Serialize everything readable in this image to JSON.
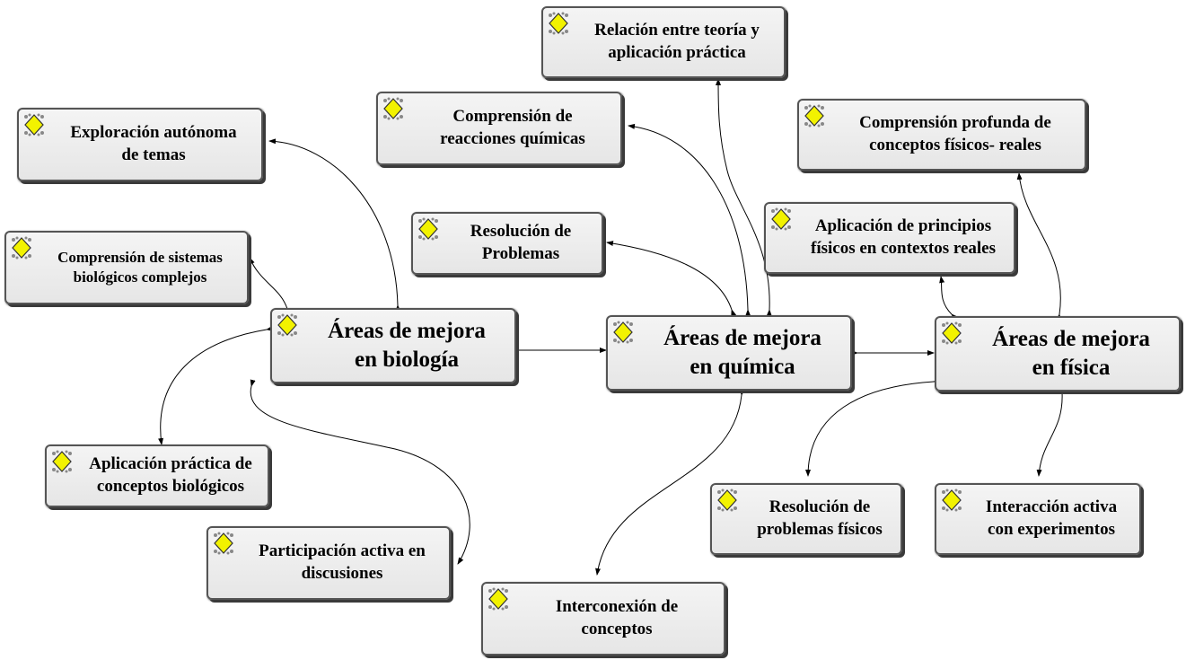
{
  "colors": {
    "node_fill": "#ececec",
    "node_border": "#555555",
    "icon_diamond": "#f2f200",
    "edge": "#000000"
  },
  "nodes": {
    "biologia": {
      "label": "Áreas de mejora\nen biología",
      "icon": "concept-diamond-icon"
    },
    "quimica": {
      "label": "Áreas de mejora\nen química",
      "icon": "concept-diamond-icon"
    },
    "fisica": {
      "label": "Áreas de mejora\nen física",
      "icon": "concept-diamond-icon"
    },
    "exploracion": {
      "label": "Exploración autónoma\nde temas",
      "icon": "concept-diamond-icon"
    },
    "sistemas": {
      "label": "Comprensión de sistemas\nbiológicos complejos",
      "icon": "concept-diamond-icon"
    },
    "aplicacion_bio": {
      "label": "Aplicación práctica de\nconceptos biológicos",
      "icon": "concept-diamond-icon"
    },
    "participacion": {
      "label": "Participación activa en\ndiscusiones",
      "icon": "concept-diamond-icon"
    },
    "reacciones": {
      "label": "Comprensión de\nreacciones químicas",
      "icon": "concept-diamond-icon"
    },
    "resolucion": {
      "label": "Resolución de\nProblemas",
      "icon": "concept-diamond-icon"
    },
    "relacion": {
      "label": "Relación entre teoría y\naplicación práctica",
      "icon": "concept-diamond-icon"
    },
    "interconexion": {
      "label": "Interconexión de\nconceptos",
      "icon": "concept-diamond-icon"
    },
    "profunda": {
      "label": "Comprensión profunda de\nconceptos físicos- reales",
      "icon": "concept-diamond-icon"
    },
    "principios": {
      "label": "Aplicación de principios\nfísicos en contextos reales",
      "icon": "concept-diamond-icon"
    },
    "resolucion_fis": {
      "label": "Resolución de\nproblemas físicos",
      "icon": "concept-diamond-icon"
    },
    "interaccion": {
      "label": "Interacción activa\ncon experimentos",
      "icon": "concept-diamond-icon"
    }
  },
  "edges": [
    {
      "from": "biologia",
      "to": "quimica",
      "bidirectional": true
    },
    {
      "from": "quimica",
      "to": "fisica",
      "bidirectional": true
    },
    {
      "from": "biologia",
      "to": "exploracion",
      "bidirectional": true
    },
    {
      "from": "biologia",
      "to": "sistemas",
      "bidirectional": true
    },
    {
      "from": "biologia",
      "to": "aplicacion_bio",
      "bidirectional": true
    },
    {
      "from": "biologia",
      "to": "participacion",
      "bidirectional": true
    },
    {
      "from": "quimica",
      "to": "reacciones",
      "bidirectional": true
    },
    {
      "from": "quimica",
      "to": "resolucion",
      "bidirectional": true
    },
    {
      "from": "quimica",
      "to": "relacion",
      "bidirectional": true
    },
    {
      "from": "quimica",
      "to": "interconexion",
      "bidirectional": true
    },
    {
      "from": "fisica",
      "to": "profunda",
      "bidirectional": true
    },
    {
      "from": "fisica",
      "to": "principios",
      "bidirectional": true
    },
    {
      "from": "fisica",
      "to": "resolucion_fis",
      "bidirectional": true
    },
    {
      "from": "fisica",
      "to": "interaccion",
      "bidirectional": true
    }
  ]
}
